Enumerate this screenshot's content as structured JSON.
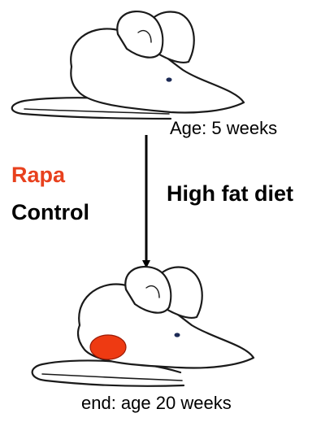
{
  "labels": {
    "start_age": "Age: 5 weeks",
    "group_rapa": "Rapa",
    "group_control": "Control",
    "treatment": "High fat diet",
    "end_age": "end: age  20 weeks"
  },
  "colors": {
    "rapa_text": "#e8411e",
    "tumor_fill": "#ee3a12",
    "outline": "#1a1a1a",
    "eye": "#1c2a55"
  }
}
